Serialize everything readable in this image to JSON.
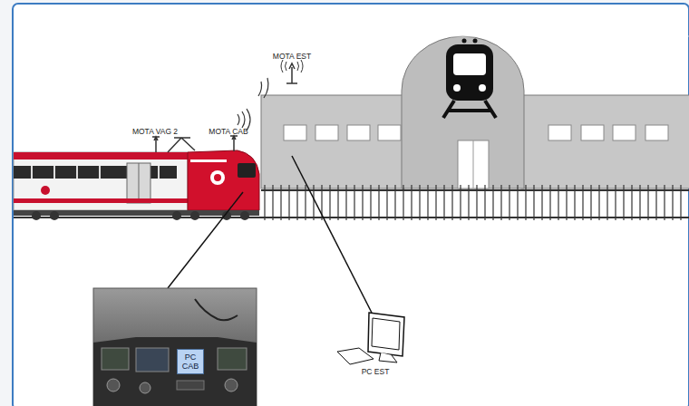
{
  "diagram": {
    "nodes": [
      {
        "text": [
          "PC CAB"
        ]
      }
    ],
    "labels": [
      "MOTA VAG 2",
      "MOTA CAB",
      "MOTA EST",
      "PC EST"
    ]
  }
}
